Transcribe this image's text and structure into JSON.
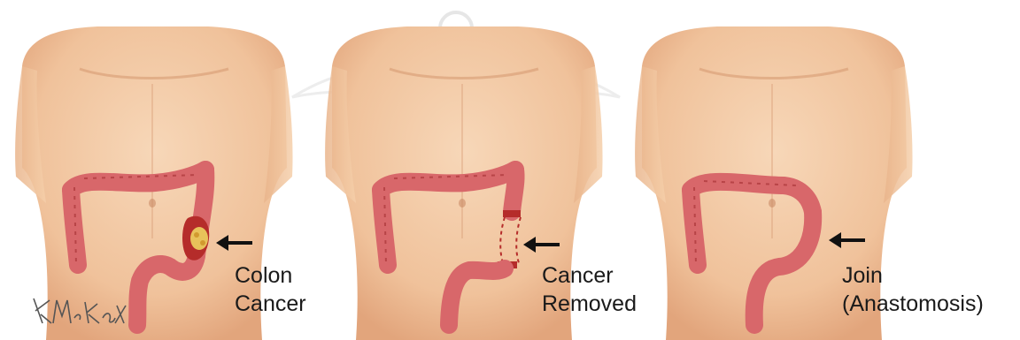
{
  "panels": [
    {
      "label_line1": "Colon",
      "label_line2": "Cancer"
    },
    {
      "label_line1": "Cancer",
      "label_line2": "Removed"
    },
    {
      "label_line1": "Join",
      "label_line2": "(Anastomosis)"
    }
  ],
  "signature": "KMcKay",
  "colors": {
    "skin": "#f2c6a0",
    "skin_shadow": "#dfa67e",
    "colon": "#d8676a",
    "colon_dark": "#b84447",
    "tumor": "#c0392b",
    "arrow": "#111111",
    "watermark": "#d8d8d8"
  },
  "icons": [
    "caduceus-watermark-icon",
    "arrow-left-icon"
  ]
}
